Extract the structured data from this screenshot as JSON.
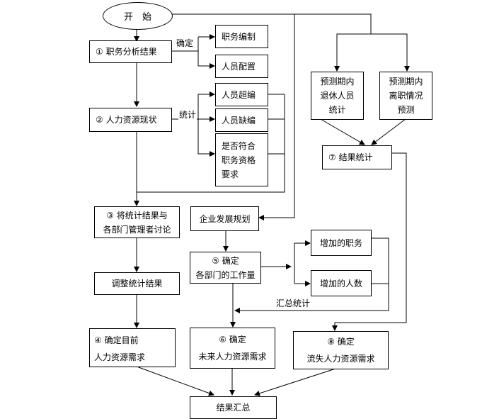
{
  "start": "开　始",
  "labels": {
    "confirm": "确定",
    "stats": "统计",
    "summary_stats": "汇总统计"
  },
  "boxes": {
    "job_analysis": "①  职务分析结果",
    "job_setup": "职务编制",
    "staffing": "人员配置",
    "hr_status": "②  人力资源现状",
    "overstaff": "人员超编",
    "understaff": "人员缺编",
    "qualify": [
      "是否符合",
      "职务资格",
      "要求"
    ],
    "retire_forecast": [
      "预测期内",
      "退休人员",
      "统计"
    ],
    "leave_forecast": [
      "预测期内",
      "离职情况",
      "预测"
    ],
    "result_stats": "⑦  结果统计",
    "discuss": [
      "③  将统计结果与",
      "各部门管理者讨论"
    ],
    "dev_plan": "企业发展规划",
    "workload": [
      "⑤  确定",
      "各部门的工作量"
    ],
    "added_jobs": "增加的职务",
    "added_people": "增加的人数",
    "adjust": "调整统计结果",
    "current_demand": [
      "④  确定目前",
      "人力资源需求"
    ],
    "future_demand": [
      "⑥  确定",
      "未来人力资源需求"
    ],
    "loss_demand": [
      "⑧  确定",
      "流失人力资源需求"
    ],
    "result_summary": "结果汇总"
  }
}
